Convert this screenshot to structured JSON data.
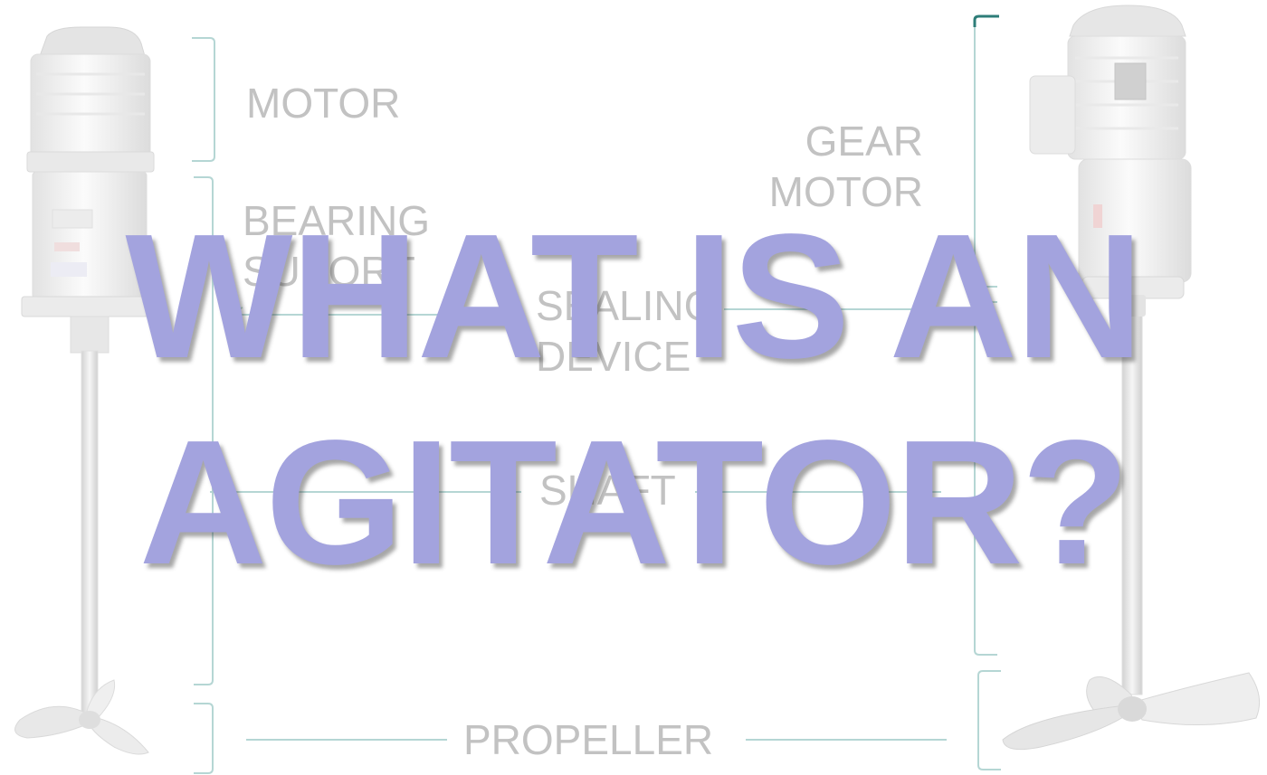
{
  "title": {
    "line1": "WHAT IS AN",
    "line2": "AGITATOR?"
  },
  "parts": {
    "motor": "MOTOR",
    "gear_motor": [
      "GEAR",
      "MOTOR"
    ],
    "bearing_support": [
      "BEARING",
      "SUPORT"
    ],
    "sealing_device": [
      "SEALING",
      "DEVICE"
    ],
    "shaft": "SHAFT",
    "propeller": "PROPELLER"
  },
  "colors": {
    "title": "#a3a3de",
    "labels": "#c2c2c2",
    "brackets": "#b5d6d4",
    "bracket_accent": "#2e7d78",
    "product_body": "#f1f1f1",
    "product_shadow": "#d8d8d8"
  }
}
